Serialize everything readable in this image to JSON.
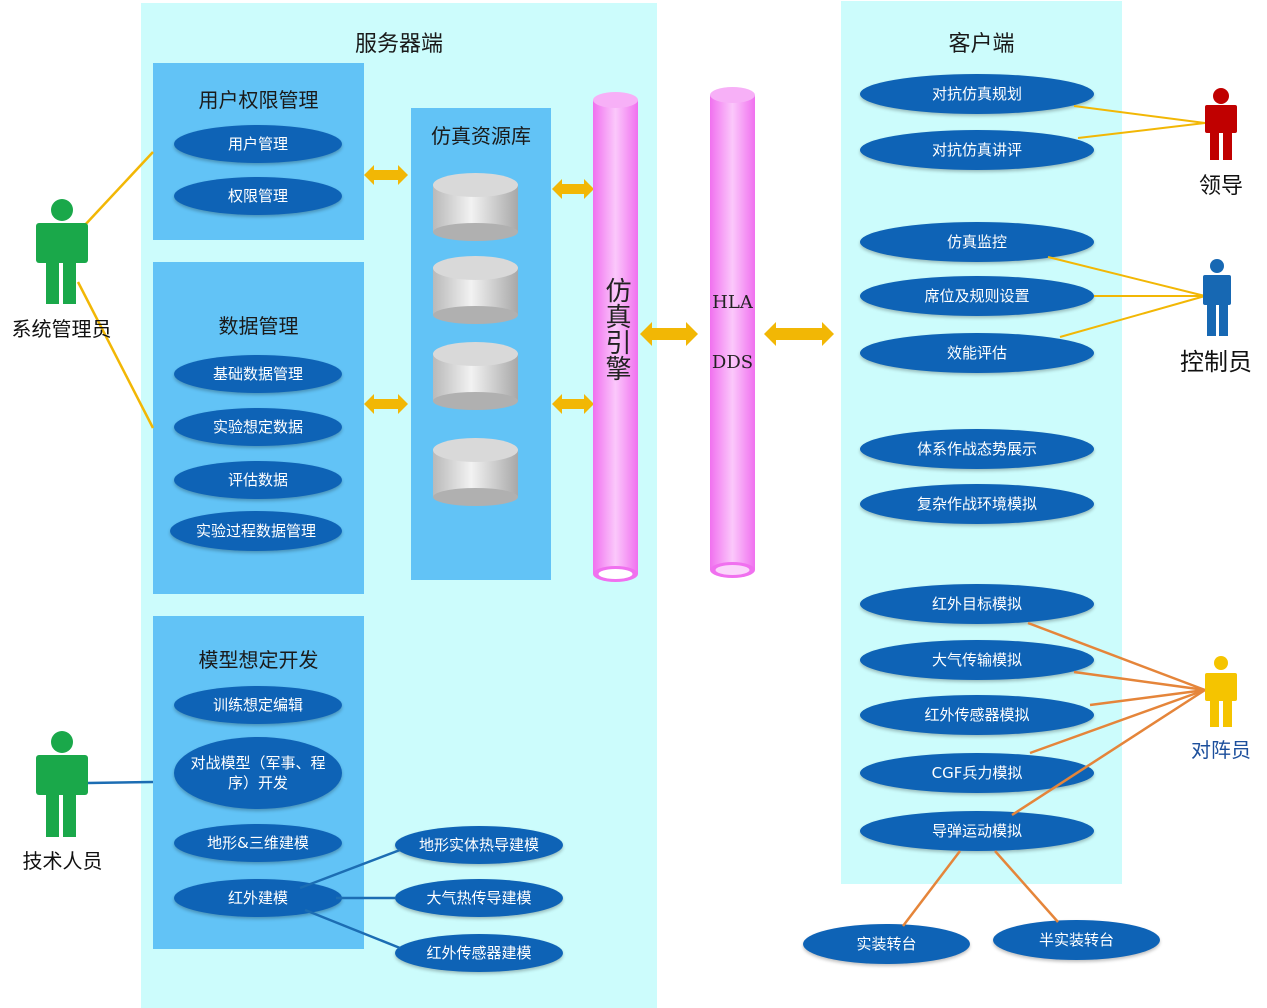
{
  "server": {
    "title": "服务器端",
    "user_perm": {
      "title": "用户权限管理",
      "items": [
        "用户管理",
        "权限管理"
      ]
    },
    "data_mgmt": {
      "title": "数据管理",
      "items": [
        "基础数据管理",
        "实验想定数据",
        "评估数据",
        "实验过程数据管理"
      ]
    },
    "model_dev": {
      "title": "模型想定开发",
      "items": [
        "训练想定编辑",
        "对战模型（军事、程序）开发",
        "地形&三维建模",
        "红外建模"
      ],
      "ir_sub": [
        "地形实体热导建模",
        "大气热传导建模",
        "红外传感器建模"
      ]
    },
    "resource_lib": {
      "title": "仿真资源库",
      "db_count": 4
    },
    "engine": {
      "label": "仿真引擎"
    }
  },
  "middleware": {
    "labels": [
      "HLA",
      "DDS"
    ]
  },
  "client": {
    "title": "客户端",
    "items": [
      "对抗仿真规划",
      "对抗仿真讲评",
      "仿真监控",
      "席位及规则设置",
      "效能评估",
      "体系作战态势展示",
      "复杂作战环境模拟",
      "红外目标模拟",
      "大气传输模拟",
      "红外传感器模拟",
      "CGF兵力模拟",
      "导弹运动模拟"
    ],
    "external": [
      "实装转台",
      "半实装转台"
    ]
  },
  "actors": {
    "sysadmin": "系统管理员",
    "tech": "技术人员",
    "leader": "领导",
    "controller": "控制员",
    "opponent": "对阵员"
  },
  "colors": {
    "server_bg": "#ccfcfc",
    "group_bg": "#62c3f6",
    "ellipse": "#0e63b6",
    "arrow": "#f2b705",
    "pipe": "#f5a3f5",
    "actor_green": "#1aa84a",
    "actor_red": "#c00000",
    "actor_blue": "#1768b3",
    "actor_yellow": "#f5c400",
    "line_orange": "#e5853a",
    "line_blue": "#1c6db3"
  }
}
